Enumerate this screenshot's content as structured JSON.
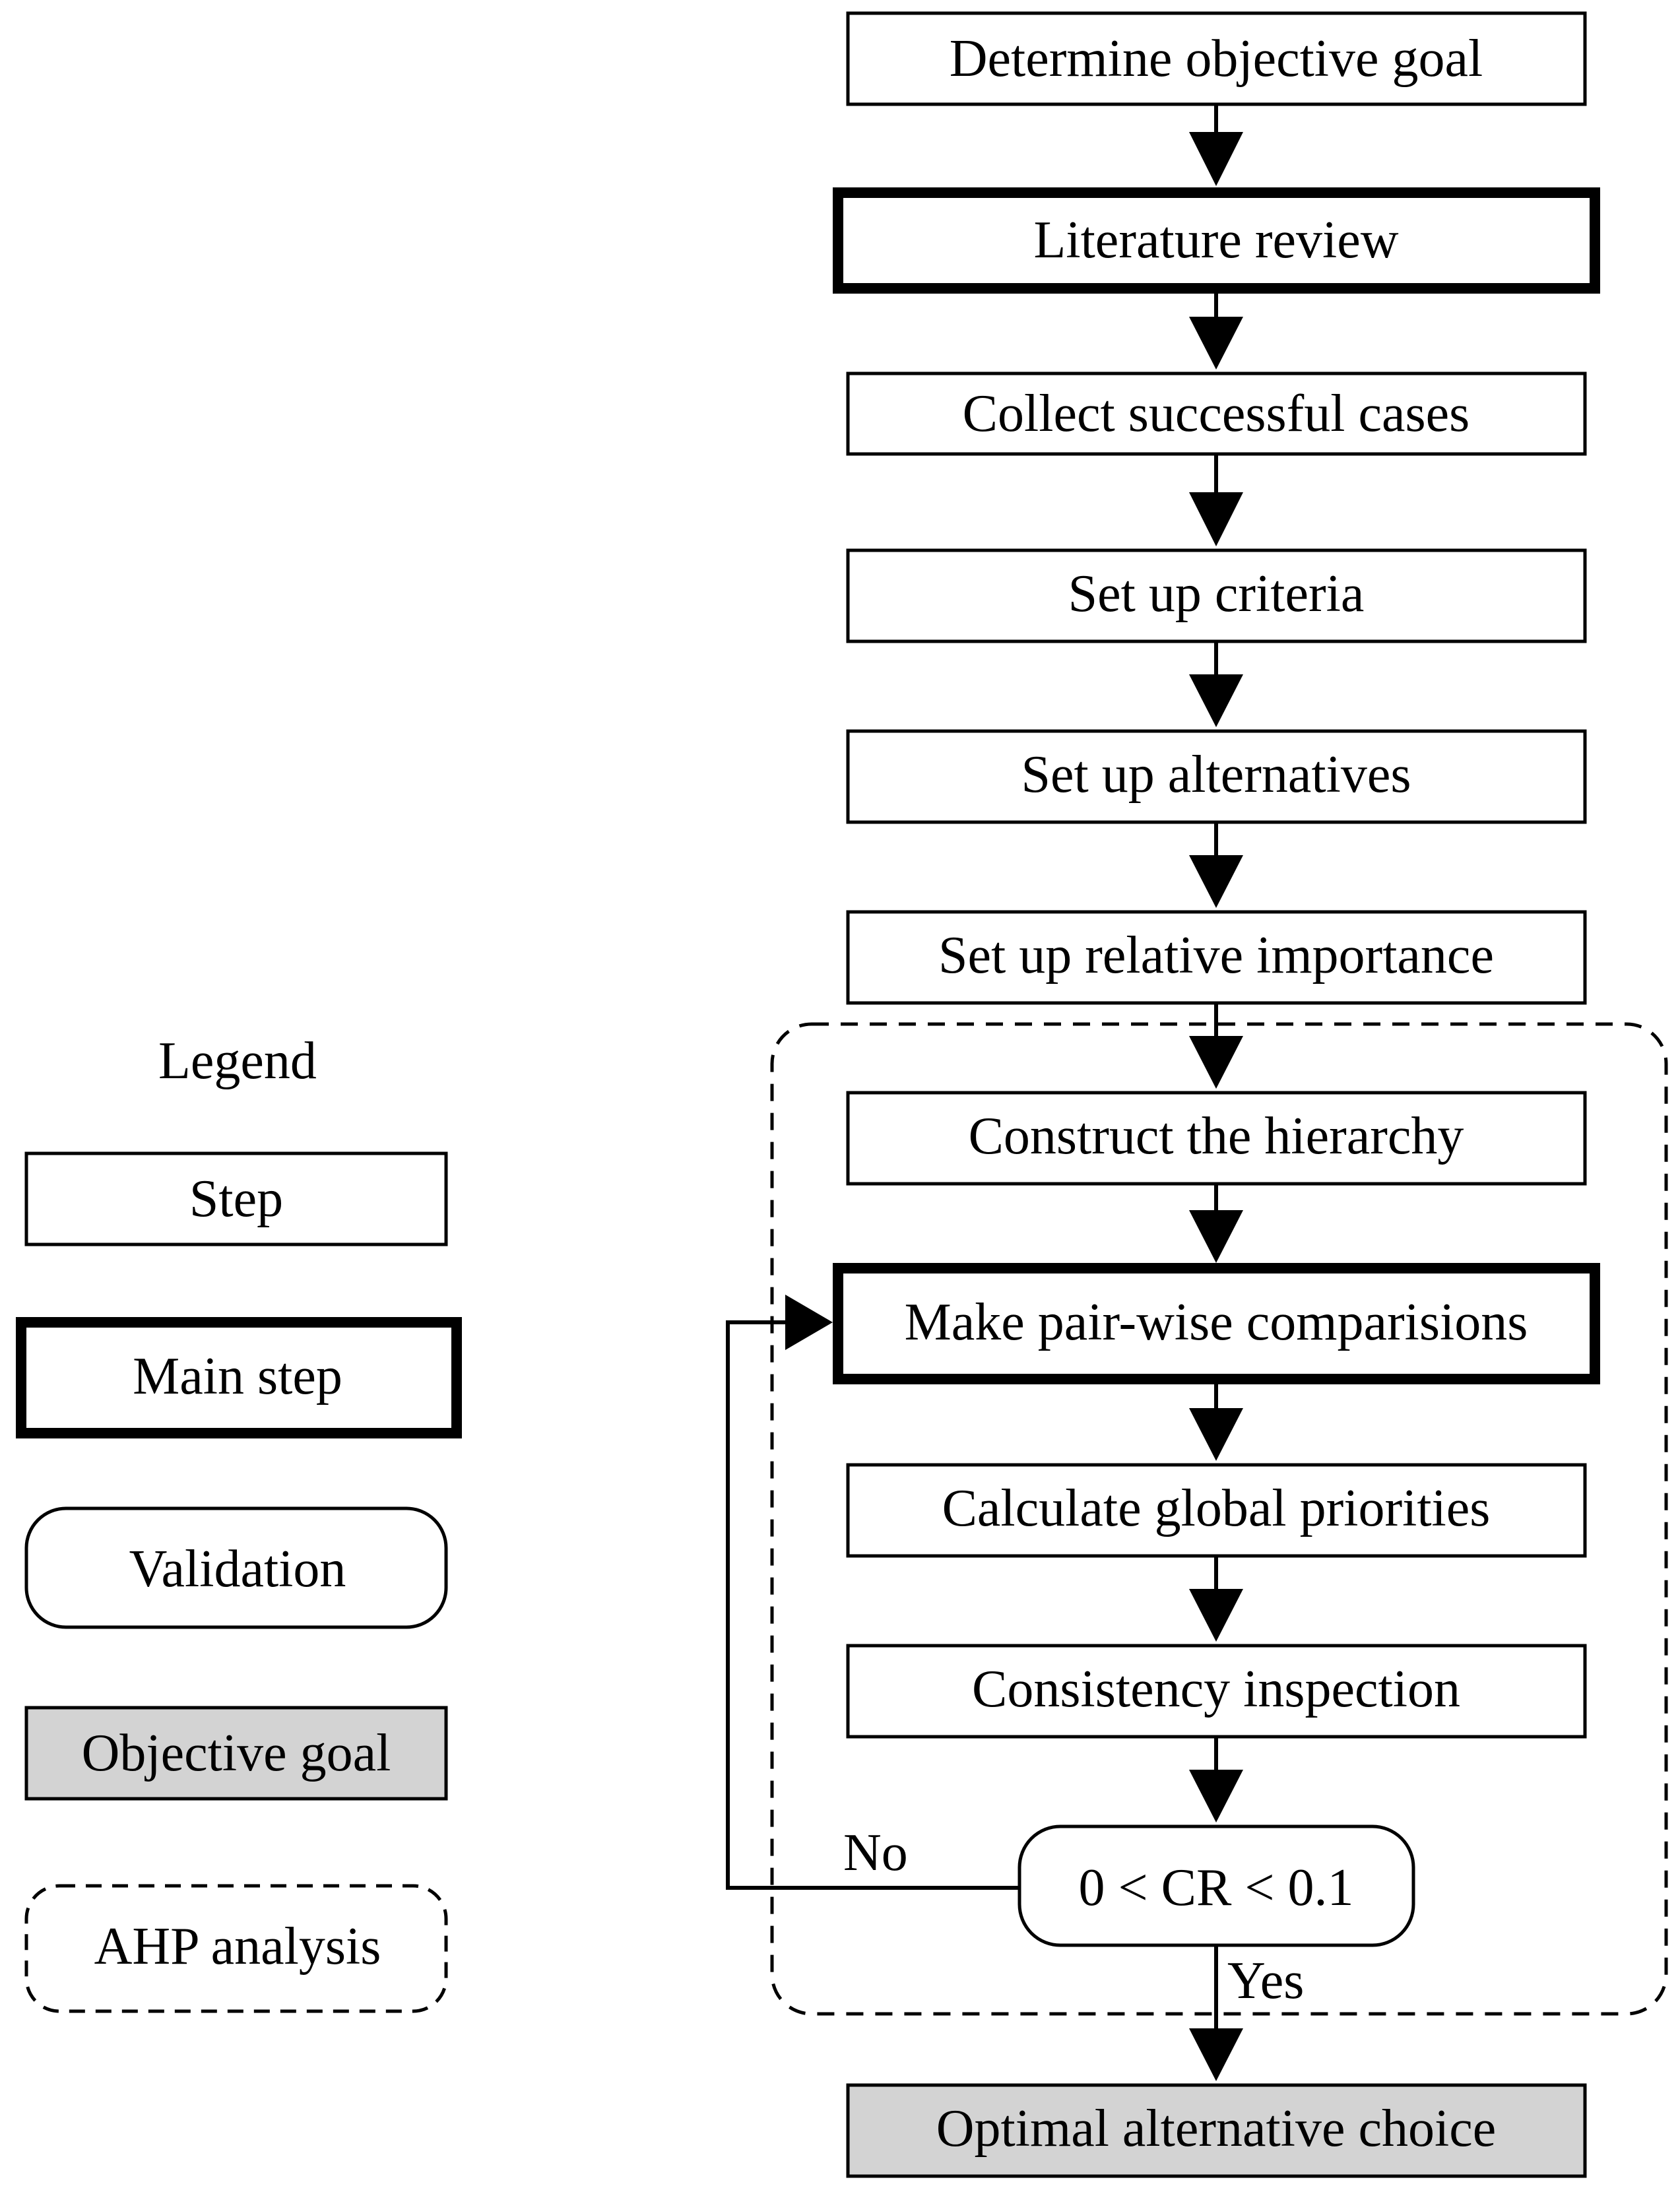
{
  "steps": [
    {
      "label": "Determine objective goal",
      "kind": "step"
    },
    {
      "label": "Literature review",
      "kind": "main"
    },
    {
      "label": "Collect successful cases",
      "kind": "step"
    },
    {
      "label": "Set up criteria",
      "kind": "step"
    },
    {
      "label": "Set up alternatives",
      "kind": "step"
    },
    {
      "label": "Set up relative importance",
      "kind": "step"
    },
    {
      "label": "Construct the hierarchy",
      "kind": "step"
    },
    {
      "label": "Make pair-wise comparisions",
      "kind": "main"
    },
    {
      "label": "Calculate global priorities",
      "kind": "step"
    },
    {
      "label": "Consistency inspection",
      "kind": "step"
    }
  ],
  "decision": {
    "label": "0 < CR < 0.1",
    "no_label": "No",
    "yes_label": "Yes"
  },
  "final": {
    "label": "Optimal alternative choice"
  },
  "legend": {
    "title": "Legend",
    "step": "Step",
    "main_step": "Main step",
    "validation": "Validation",
    "objective_goal": "Objective goal",
    "ahp_analysis": "AHP analysis"
  },
  "colors": {
    "stroke": "#000000",
    "goal_fill": "#d3d3d3",
    "background": "#ffffff"
  }
}
